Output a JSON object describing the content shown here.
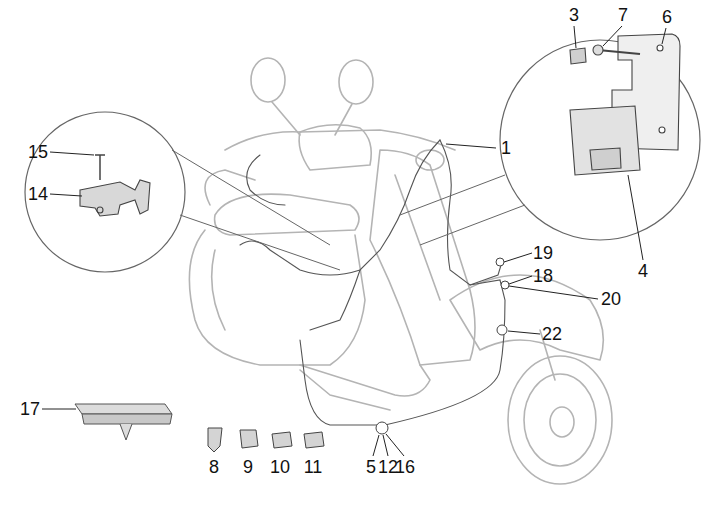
{
  "diagram": {
    "labels": [
      "3",
      "7",
      "6",
      "15",
      "1",
      "14",
      "19",
      "18",
      "20",
      "4",
      "22",
      "17",
      "8",
      "9",
      "10",
      "11",
      "5",
      "12",
      "16"
    ]
  }
}
